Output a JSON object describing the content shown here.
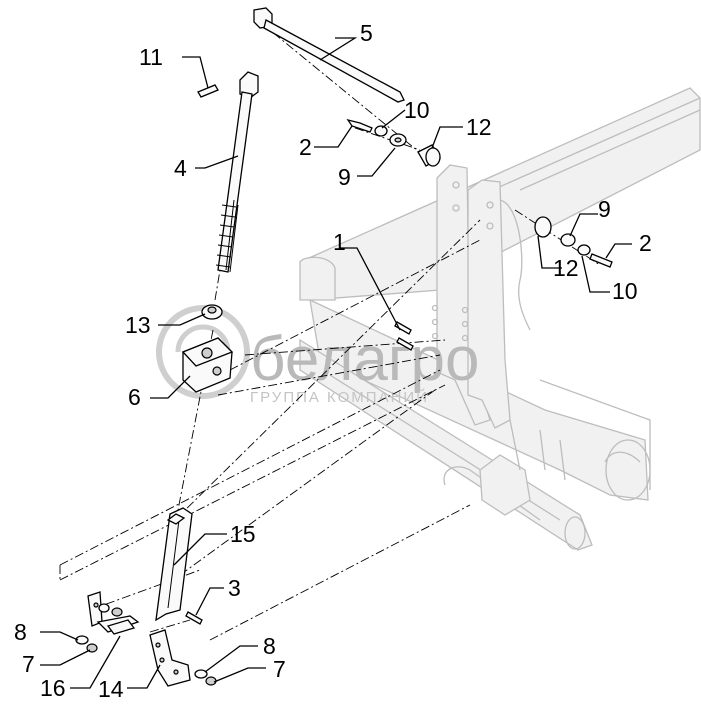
{
  "diagram": {
    "callouts": [
      {
        "id": "c1",
        "text": "1"
      },
      {
        "id": "c2a",
        "text": "2"
      },
      {
        "id": "c2b",
        "text": "2"
      },
      {
        "id": "c3",
        "text": "3"
      },
      {
        "id": "c4",
        "text": "4"
      },
      {
        "id": "c5",
        "text": "5"
      },
      {
        "id": "c6",
        "text": "6"
      },
      {
        "id": "c7a",
        "text": "7"
      },
      {
        "id": "c7b",
        "text": "7"
      },
      {
        "id": "c8a",
        "text": "8"
      },
      {
        "id": "c8b",
        "text": "8"
      },
      {
        "id": "c9a",
        "text": "9"
      },
      {
        "id": "c9b",
        "text": "9"
      },
      {
        "id": "c10a",
        "text": "10"
      },
      {
        "id": "c10b",
        "text": "10"
      },
      {
        "id": "c11",
        "text": "11"
      },
      {
        "id": "c12a",
        "text": "12"
      },
      {
        "id": "c12b",
        "text": "12"
      },
      {
        "id": "c13",
        "text": "13"
      },
      {
        "id": "c14",
        "text": "14"
      },
      {
        "id": "c15",
        "text": "15"
      },
      {
        "id": "c16",
        "text": "16"
      }
    ]
  },
  "watermark": {
    "brand": "белагро",
    "subtitle": "ГРУППА КОМПАНИЙ"
  }
}
